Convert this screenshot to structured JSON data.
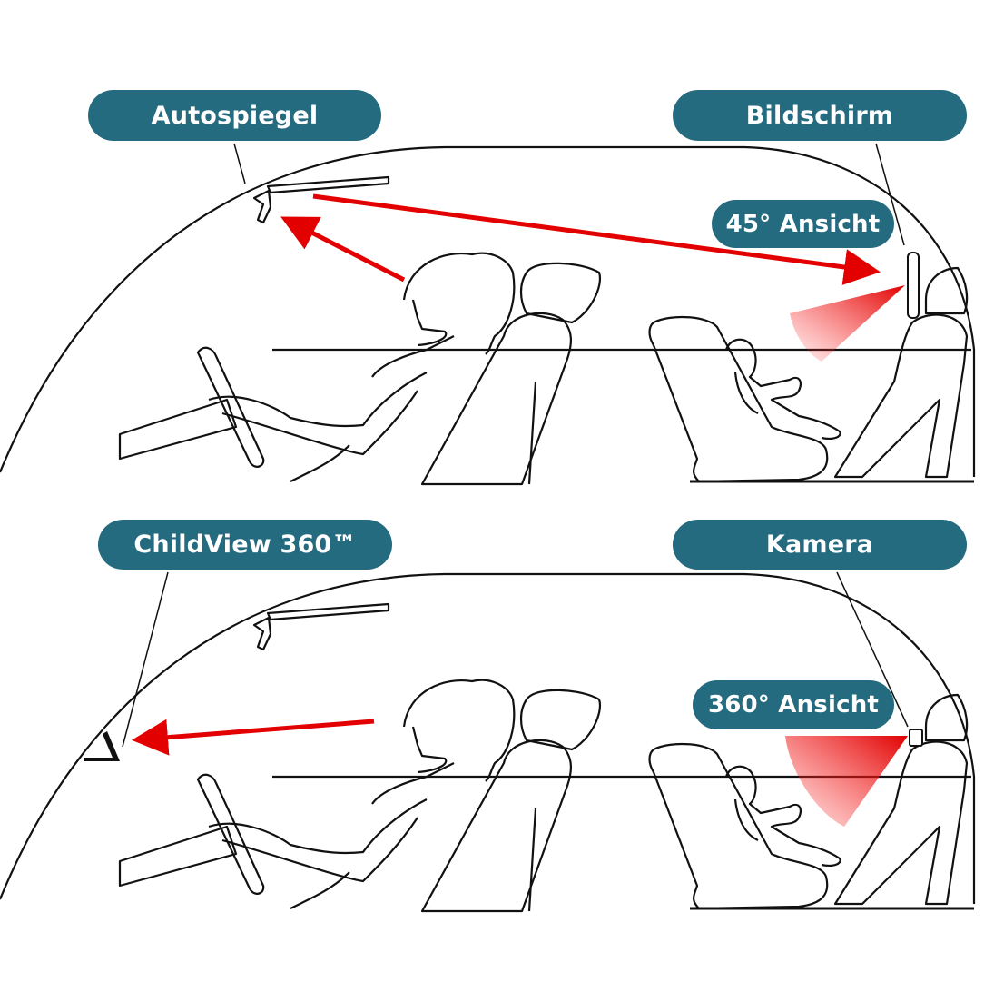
{
  "top_panel": {
    "mirror_label": "Autospiegel",
    "screen_label": "Bildschirm",
    "view_label": "45° Ansicht"
  },
  "bottom_panel": {
    "product_label": "ChildView 360™",
    "camera_label": "Kamera",
    "view_label": "360° Ansicht"
  },
  "colors": {
    "label_bg": "#256b80",
    "arrow": "#e30000",
    "outline": "#111111"
  }
}
